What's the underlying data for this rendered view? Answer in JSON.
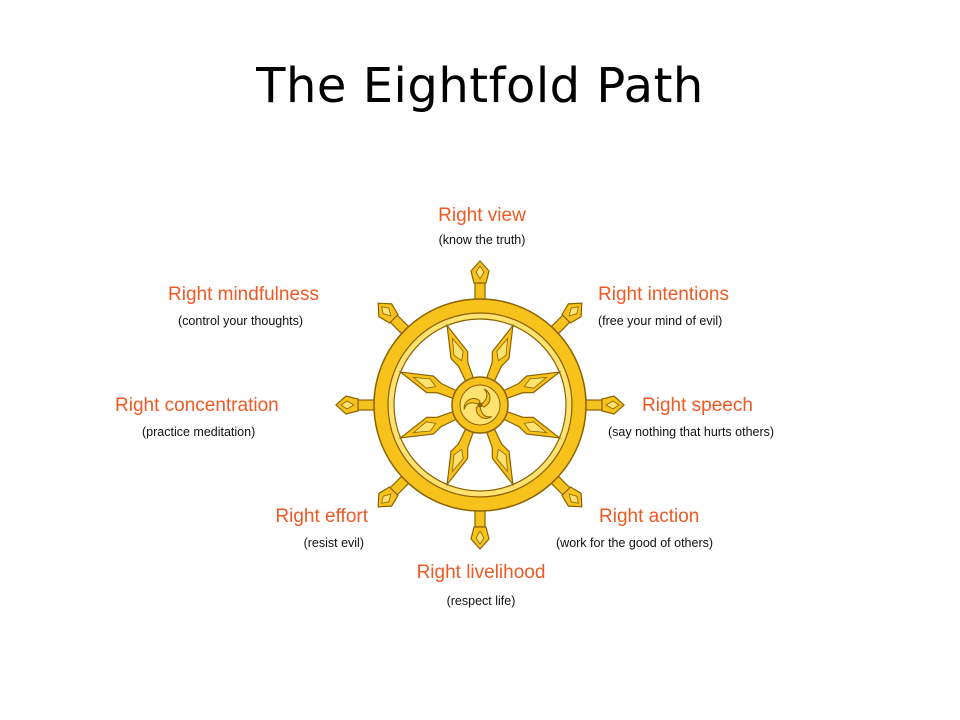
{
  "title": "The Eightfold Path",
  "colors": {
    "label": "#ee5a24",
    "description": "#111111",
    "wheel_fill": "#f7c21b",
    "wheel_outline": "#8a6200",
    "wheel_inner": "#ffe270"
  },
  "paths": [
    {
      "id": "view",
      "name": "Right view",
      "description": "(know the truth)"
    },
    {
      "id": "intentions",
      "name": "Right intentions",
      "description": "(free your mind of evil)"
    },
    {
      "id": "speech",
      "name": "Right speech",
      "description": "(say nothing that hurts others)"
    },
    {
      "id": "action",
      "name": "Right action",
      "description": "(work for the good of others)"
    },
    {
      "id": "livelihood",
      "name": "Right livelihood",
      "description": "(respect life)"
    },
    {
      "id": "effort",
      "name": "Right effort",
      "description": "(resist evil)"
    },
    {
      "id": "concentration",
      "name": "Right concentration",
      "description": "(practice meditation)"
    },
    {
      "id": "mindfulness",
      "name": "Right mindfulness",
      "description": "(control your thoughts)"
    }
  ]
}
